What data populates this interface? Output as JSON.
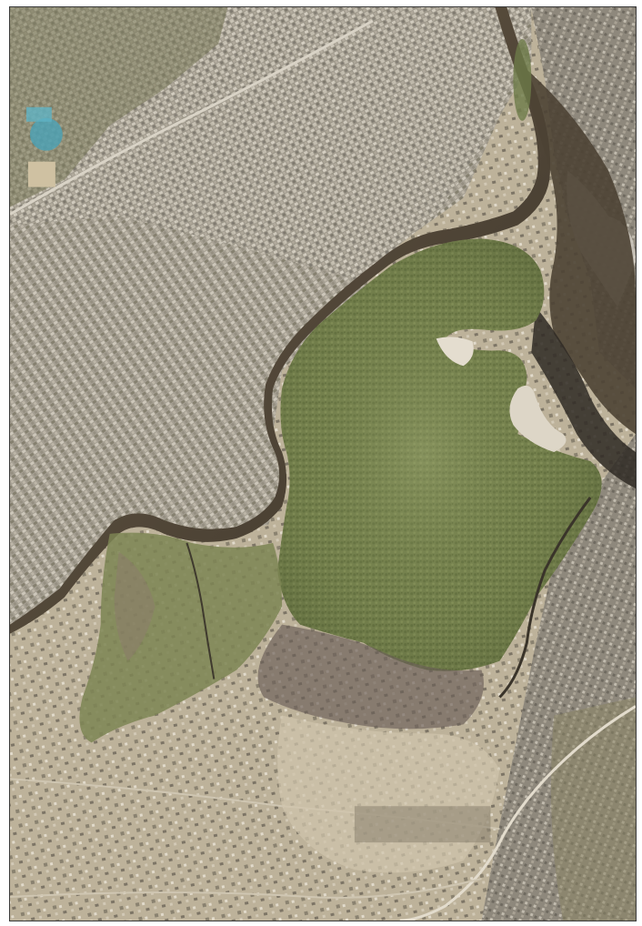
{
  "map": {
    "imagery": "aerial-orthophoto",
    "labels": [],
    "colors": {
      "urban_dense": "#9a958a",
      "urban_light": "#b9b2a1",
      "vegetation": "#6f7d4a",
      "vegetation_dark": "#4f5c33",
      "wetland": "#7f8a5a",
      "water": "#4f4436",
      "water_dark": "#2f2a24",
      "sand": "#d8d0bd",
      "bare_soil": "#c4b79c",
      "burnt": "#6a5e58"
    },
    "features": [
      {
        "kind": "urban-area",
        "name": "dense-settlement-north"
      },
      {
        "kind": "urban-area",
        "name": "dense-settlement-west"
      },
      {
        "kind": "urban-area",
        "name": "sparse-settlement-south"
      },
      {
        "kind": "urban-area",
        "name": "settlement-east"
      },
      {
        "kind": "wetland",
        "name": "mangrove-wetland-center"
      },
      {
        "kind": "river",
        "name": "main-channel"
      },
      {
        "kind": "river",
        "name": "west-creek"
      },
      {
        "kind": "river",
        "name": "east-creek"
      },
      {
        "kind": "road",
        "name": "northwest-road"
      },
      {
        "kind": "road",
        "name": "southeast-road"
      }
    ]
  }
}
